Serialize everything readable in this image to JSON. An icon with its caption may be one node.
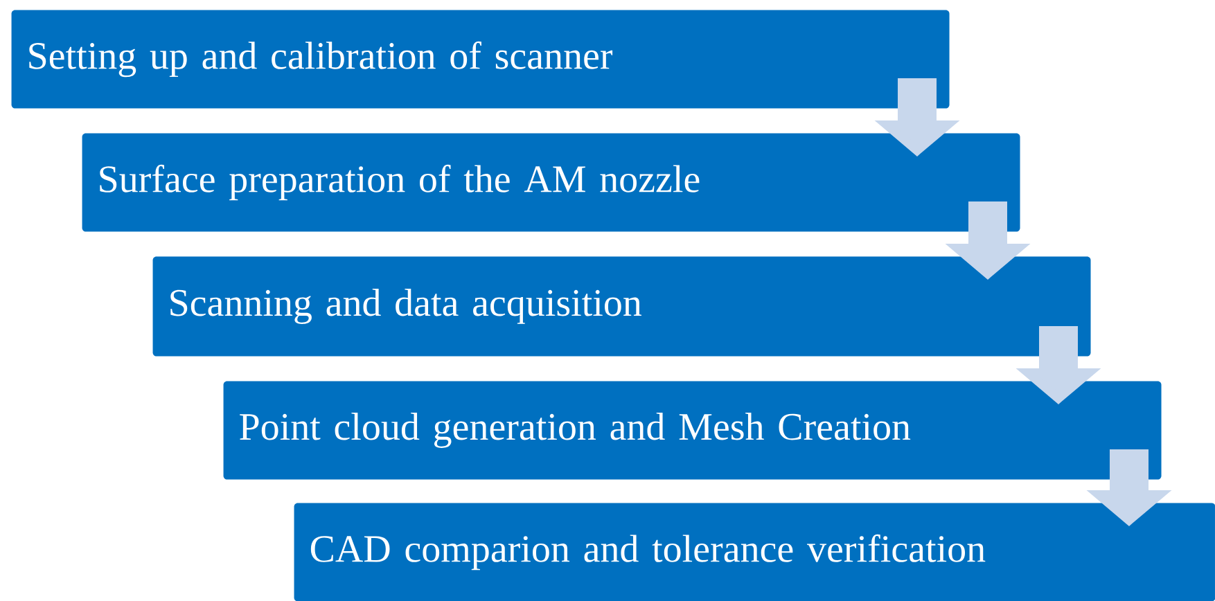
{
  "diagram": {
    "nodes": [
      {
        "text": [
          "Setting up and calibration of scanner"
        ]
      },
      {
        "text": [
          "Surface preparation of the AM nozzle"
        ]
      },
      {
        "text": [
          "Scanning and data acquisition"
        ]
      },
      {
        "text": [
          "Point cloud generation and Mesh Creation"
        ]
      },
      {
        "text": [
          "CAD comparion and tolerance verification"
        ]
      }
    ],
    "edges": [
      {
        "from": 0,
        "to": 1,
        "arrow": "to"
      },
      {
        "from": 1,
        "to": 2,
        "arrow": "to"
      },
      {
        "from": 2,
        "to": 3,
        "arrow": "to"
      },
      {
        "from": 3,
        "to": 4,
        "arrow": "to"
      }
    ]
  }
}
